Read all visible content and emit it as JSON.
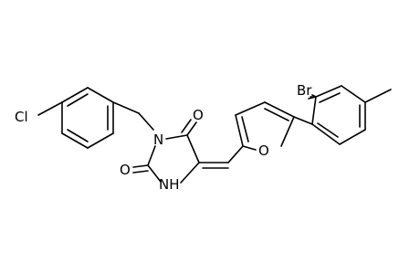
{
  "diagram": {
    "type": "chemical-structure",
    "atom_labels": {
      "cl": "Cl",
      "n_ring": "N",
      "nh": "NH",
      "o_top": "O",
      "o_left": "O",
      "o_furan": "O",
      "br": "Br"
    }
  }
}
